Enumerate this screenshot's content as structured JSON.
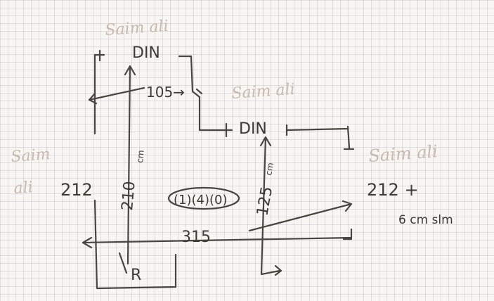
{
  "labels": {
    "din_top": "DIN",
    "din_mid": "DIN",
    "width_105": "105→",
    "height_210": "210",
    "height_210_unit": "cm",
    "height_125": "125",
    "height_125_unit": "cm",
    "len_212_left": "212",
    "len_212_right": "212 +",
    "extra": "6 cm slm",
    "length_315": "315",
    "circled": "(1)(4)(0)",
    "corner_r": "R"
  },
  "watermarks": [
    "Saim ali",
    "Saim ali",
    "Saim ali",
    "Saim",
    "ali"
  ],
  "colors": {
    "ink": "#4a4540",
    "watermark": "#c9b9ad",
    "grid": "#b4a8b6"
  }
}
